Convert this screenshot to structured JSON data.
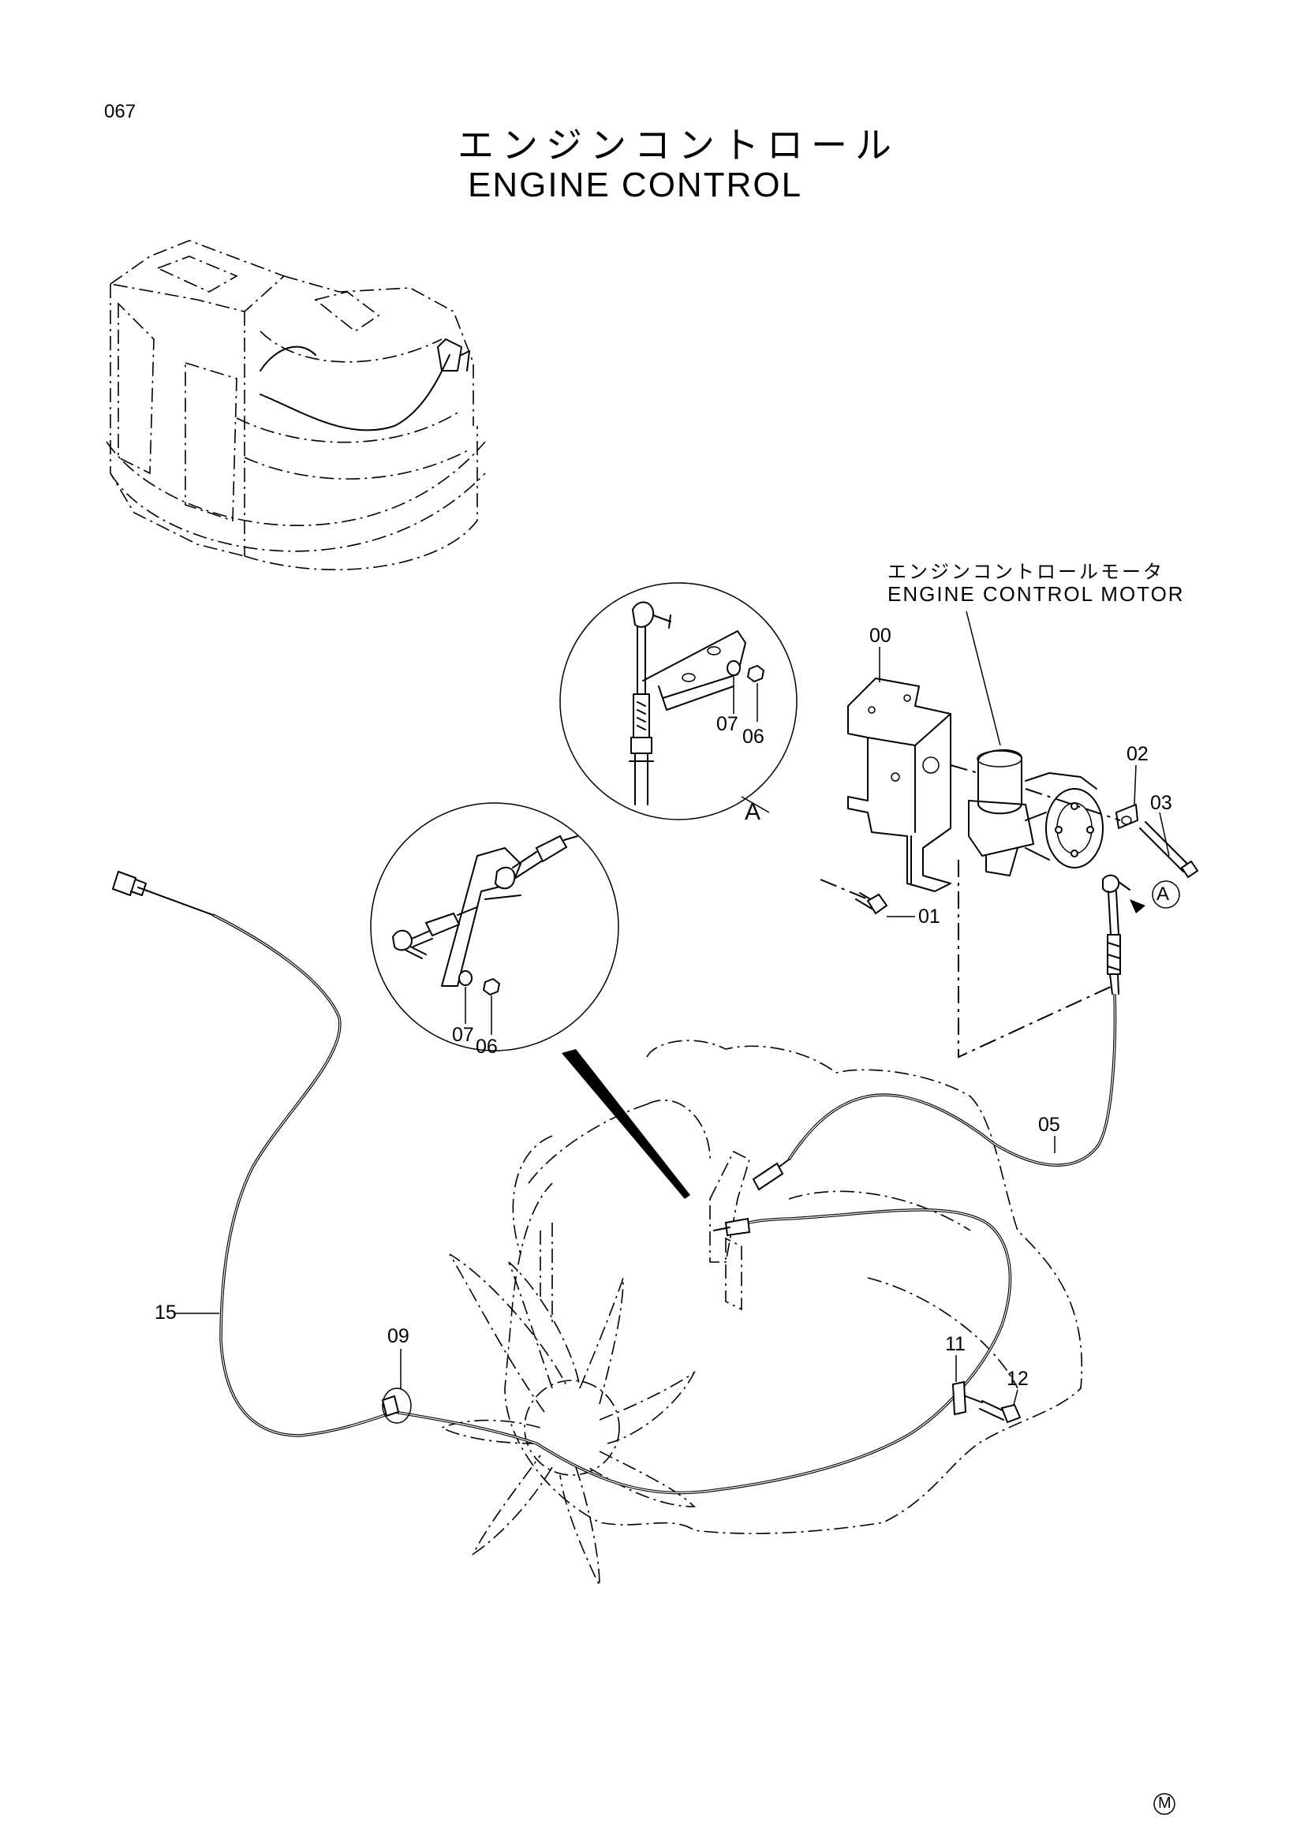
{
  "page_number": "067",
  "title": {
    "japanese": "エンジンコントロール",
    "english": "ENGINE CONTROL"
  },
  "motor_label": {
    "japanese": "エンジンコントロールモータ",
    "english": "ENGINE CONTROL MOTOR"
  },
  "callouts": {
    "c00": "00",
    "c01": "01",
    "c02": "02",
    "c03": "03",
    "c05": "05",
    "c06_a": "06",
    "c07_a": "07",
    "c06_b": "06",
    "c07_b": "07",
    "c09": "09",
    "c11": "11",
    "c12": "12",
    "c15": "15"
  },
  "detail_labels": {
    "detail_a": "A",
    "detail_a_ref": "A"
  },
  "footer_mark": "M"
}
